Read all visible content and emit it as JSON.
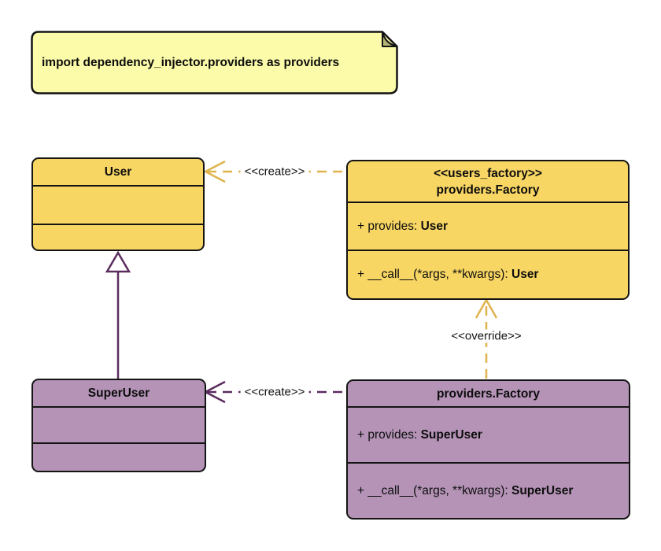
{
  "diagram": {
    "note": {
      "text": "import dependency_injector.providers as providers"
    },
    "classes": {
      "user": {
        "title": "User"
      },
      "super_user": {
        "title": "SuperUser"
      },
      "users_factory": {
        "stereotype": "<<users_factory>>",
        "title": "providers.Factory",
        "attributes": {
          "provides_label": "+ provides: ",
          "provides_type": "User",
          "call_label": "+ __call__(*args, **kwargs): ",
          "call_type": "User"
        }
      },
      "super_user_factory": {
        "title": "providers.Factory",
        "attributes": {
          "provides_label": "+ provides: ",
          "provides_type": "SuperUser",
          "call_label": "+ __call__(*args, **kwargs): ",
          "call_type": "SuperUser"
        }
      }
    },
    "relations": {
      "create_user": {
        "label": "<<create>>"
      },
      "create_super_user": {
        "label": "<<create>>"
      },
      "override": {
        "label": "<<override>>"
      }
    },
    "colors": {
      "class_yellow_fill": "#F8D664",
      "class_purple_fill": "#B493B6",
      "note_fill": "#FBFBA9",
      "note_fold_fill": "#B3B373",
      "gold_line": "#DFB44D",
      "purple_line": "#5B2D5F",
      "border": "#141414"
    }
  }
}
